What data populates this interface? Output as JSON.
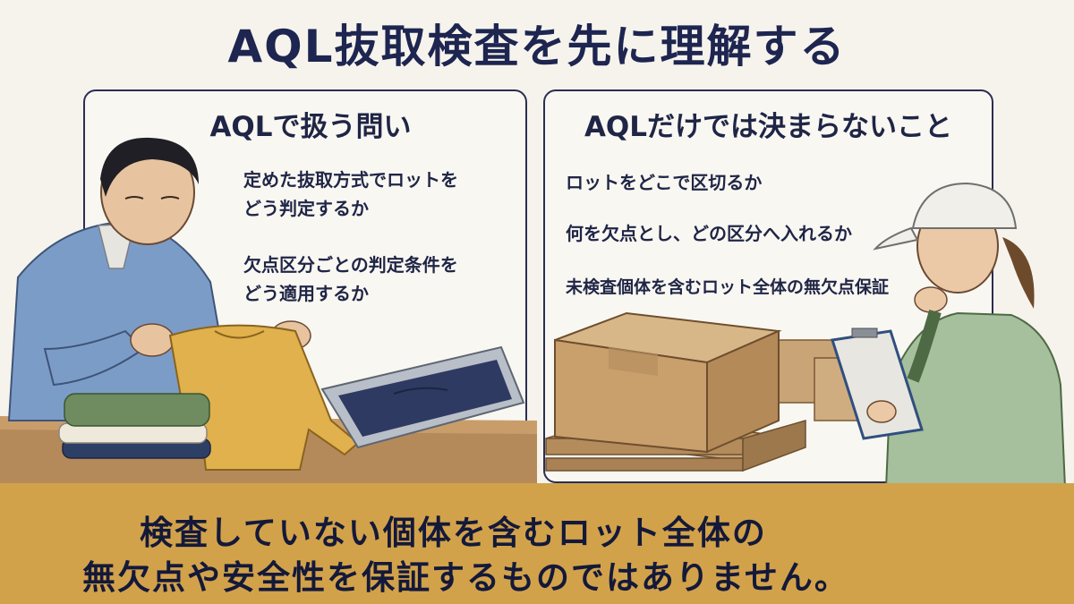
{
  "title": "AQL抜取検査を先に理解する",
  "left_panel": {
    "heading": "AQLで扱う問い",
    "items": [
      {
        "line1": "定めた抜取方式でロットを",
        "line2": "どう判定するか"
      },
      {
        "line1": "欠点区分ごとの判定条件を",
        "line2": "どう適用するか"
      }
    ]
  },
  "right_panel": {
    "heading": "AQLだけでは決まらないこと",
    "items": [
      "ロットをどこで区切るか",
      "何を欠点とし、どの区分へ入れるか",
      "未検査個体を含むロット全体の無欠点保証"
    ]
  },
  "bottom": {
    "line1": "検査していない個体を含むロット全体の",
    "line2": "無欠点や安全性を保証するものではありません。"
  },
  "colors": {
    "navy": "#1d2550",
    "band": "#d2a24a",
    "background": "#f6f3ec"
  }
}
